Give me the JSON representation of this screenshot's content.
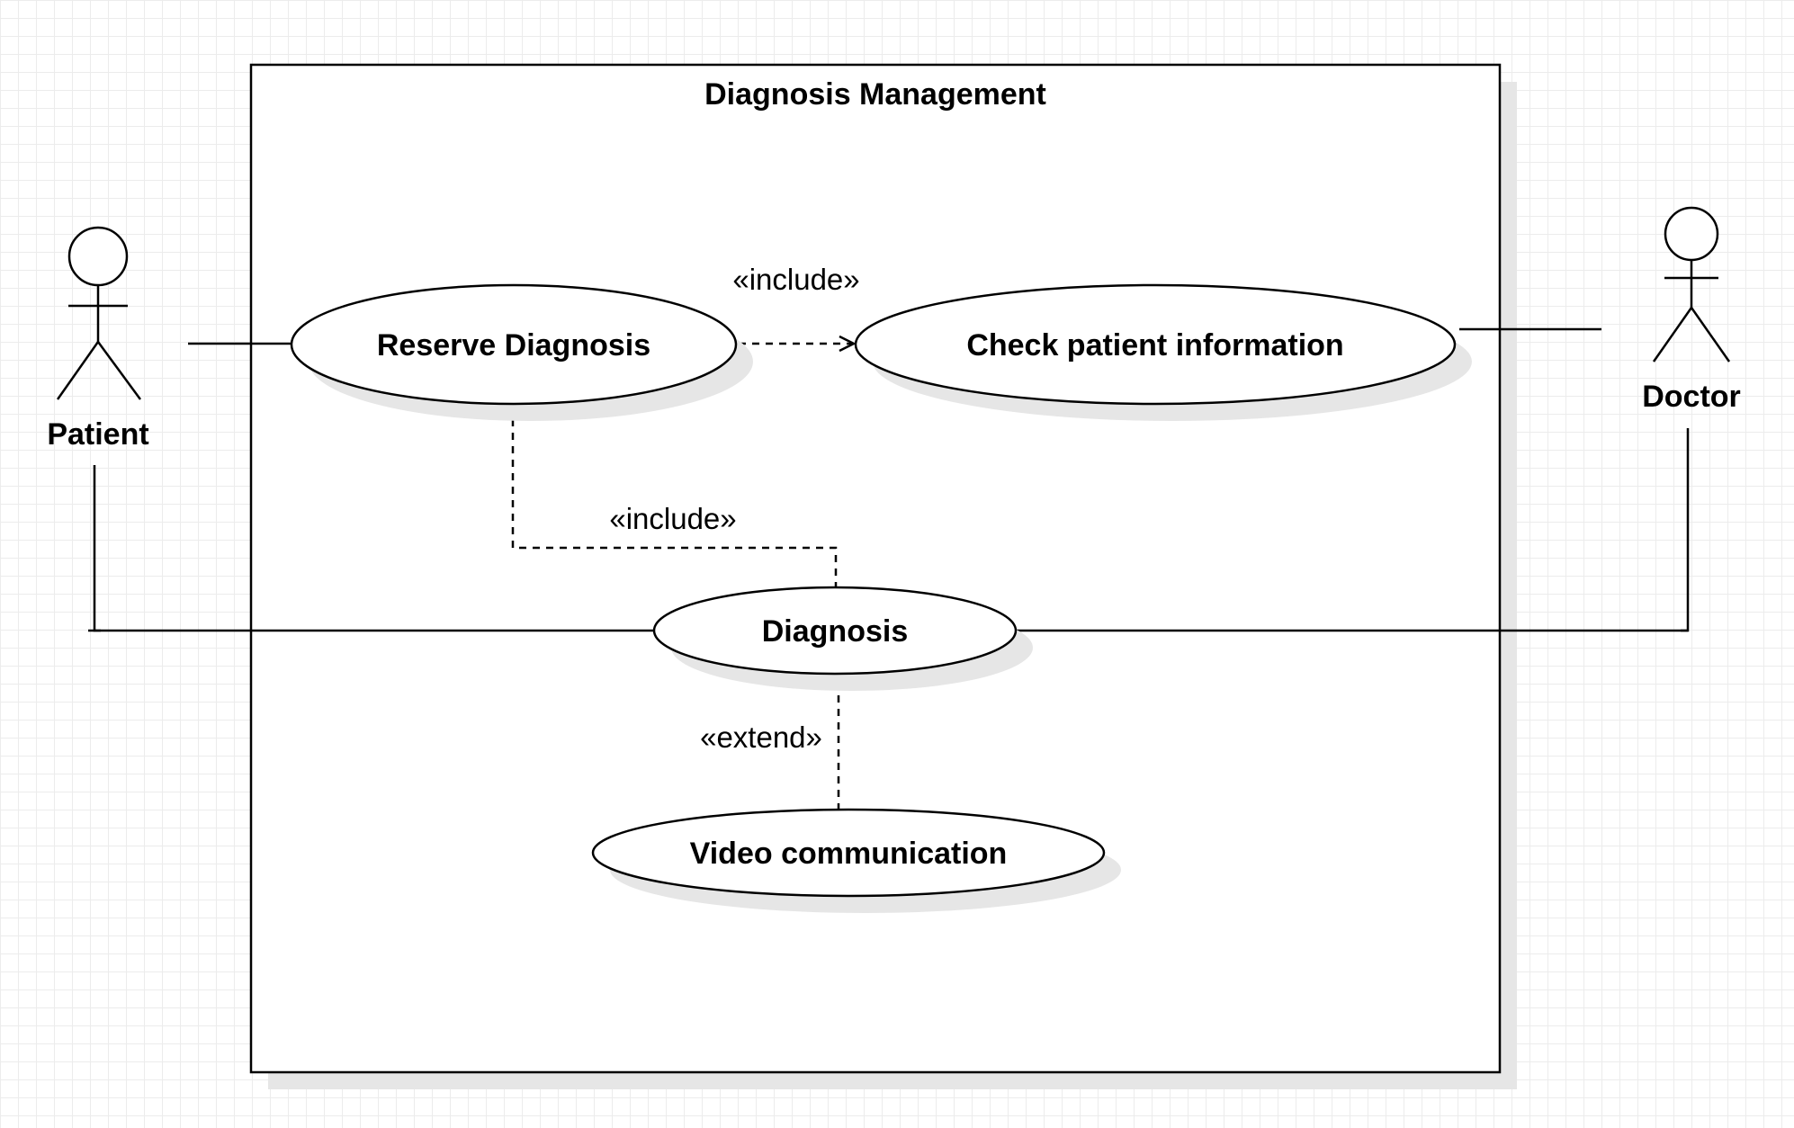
{
  "system": {
    "title": "Diagnosis Management"
  },
  "actors": {
    "patient": {
      "name": "Patient"
    },
    "doctor": {
      "name": "Doctor"
    }
  },
  "use_cases": {
    "reserve_diagnosis": "Reserve Diagnosis",
    "check_patient_information": "Check patient information",
    "diagnosis": "Diagnosis",
    "video_communication": "Video communication"
  },
  "relationships": {
    "include_check": "«include»",
    "include_reserve": "«include»",
    "extend_video": "«extend»"
  }
}
